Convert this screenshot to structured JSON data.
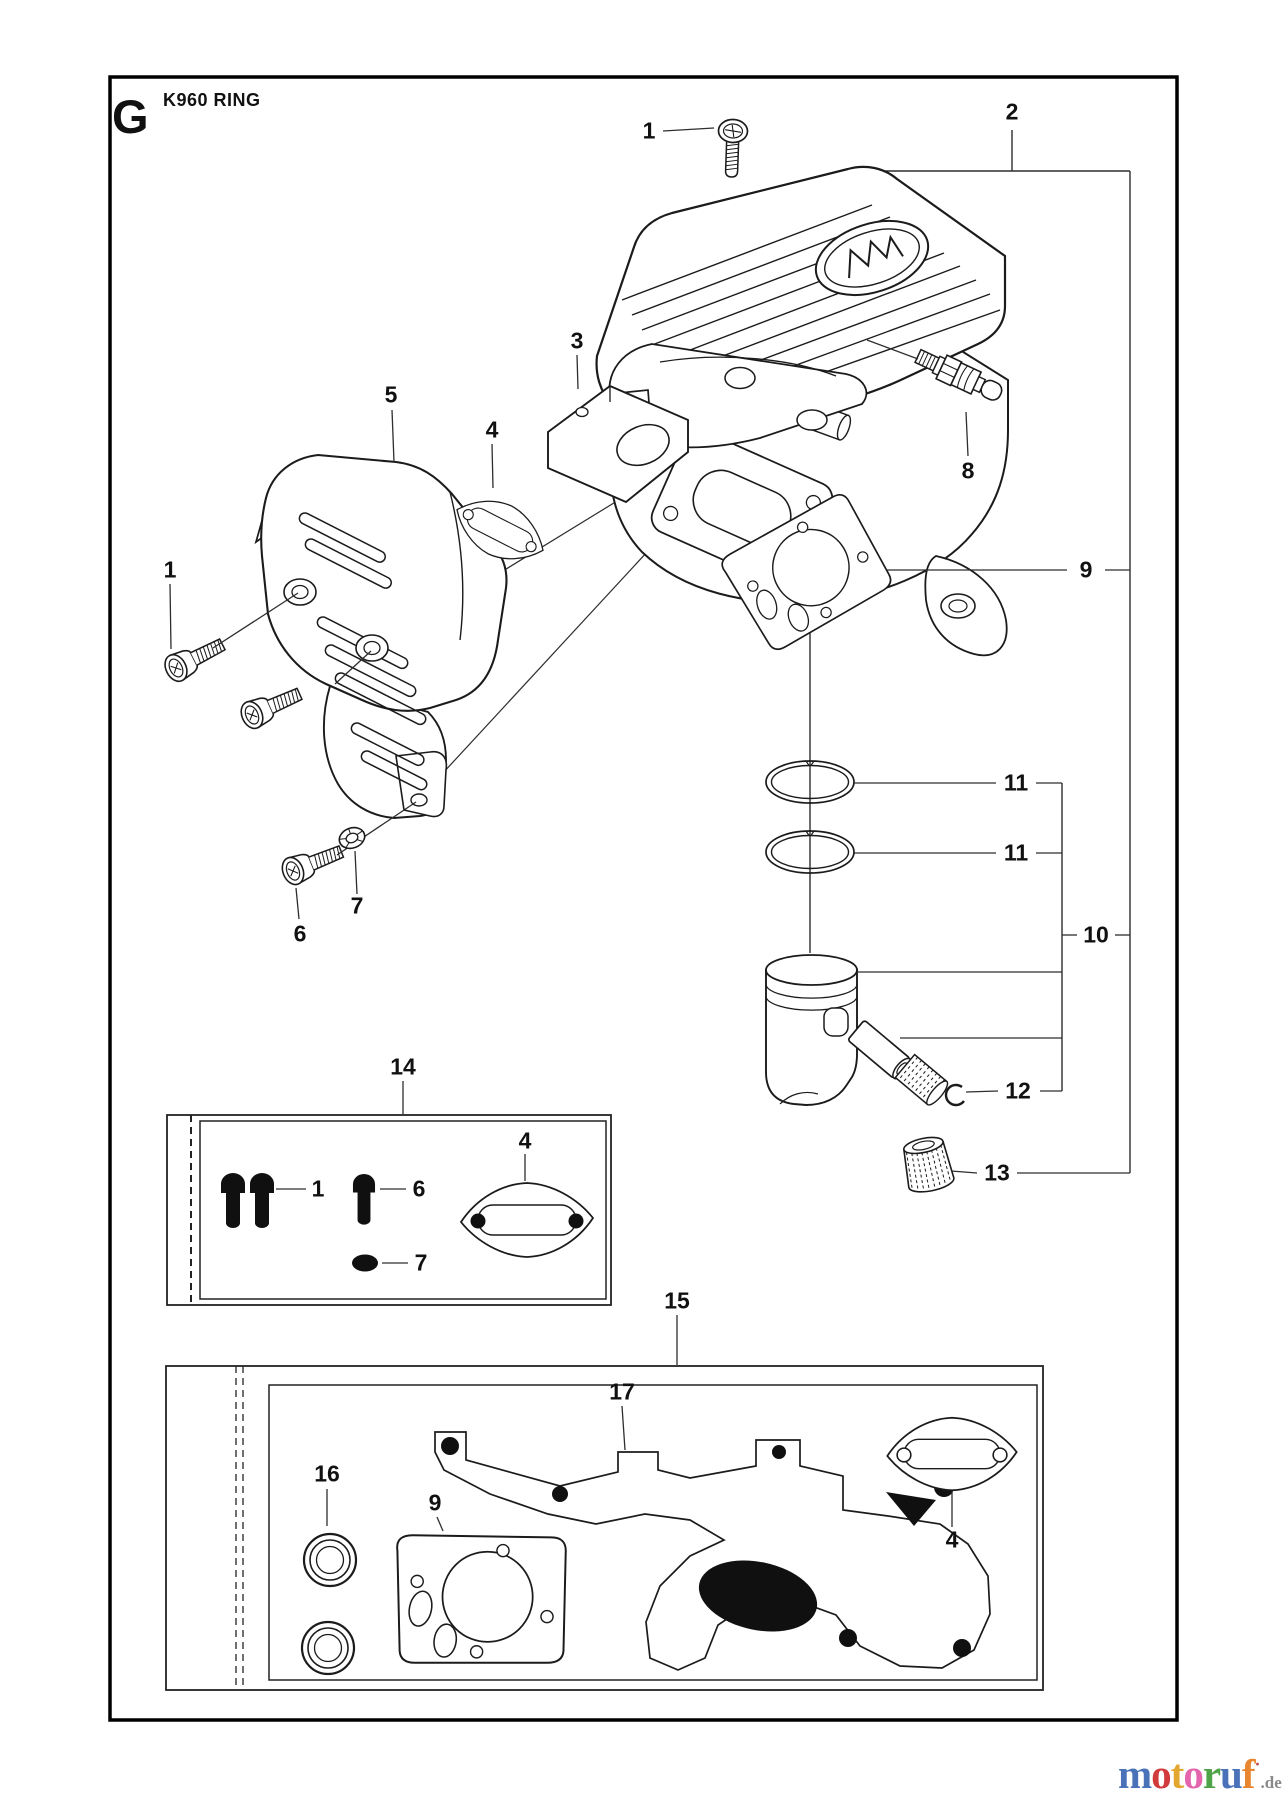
{
  "header": {
    "section_letter": "G",
    "title": "K960 RING"
  },
  "callouts": [
    {
      "label": "1"
    },
    {
      "label": "2"
    },
    {
      "label": "3"
    },
    {
      "label": "5"
    },
    {
      "label": "4"
    },
    {
      "label": "8"
    },
    {
      "label": "1"
    },
    {
      "label": "9"
    },
    {
      "label": "11"
    },
    {
      "label": "11"
    },
    {
      "label": "10"
    },
    {
      "label": "7"
    },
    {
      "label": "6"
    },
    {
      "label": "12"
    },
    {
      "label": "14"
    },
    {
      "label": "13"
    },
    {
      "label": "1"
    },
    {
      "label": "6"
    },
    {
      "label": "4"
    },
    {
      "label": "7"
    },
    {
      "label": "15"
    },
    {
      "label": "16"
    },
    {
      "label": "9"
    },
    {
      "label": "17"
    },
    {
      "label": "4"
    }
  ],
  "logo": {
    "letters": [
      {
        "char": "m",
        "style": "color:#4a72b8"
      },
      {
        "char": "o",
        "style": "color:#d23b3b"
      },
      {
        "char": "t",
        "style": "color:#e3a72f"
      },
      {
        "char": "o",
        "style": "color:#e465ad"
      },
      {
        "char": "r",
        "style": "color:#4fa348"
      },
      {
        "char": "u",
        "style": "color:#4a72b8"
      },
      {
        "char": "f",
        "style": "color:#e8872f"
      }
    ],
    "tick": "·",
    "tick_style": "color:#c0504d",
    "suffix": ".de",
    "suffix_style": "color:#8a8a8a"
  },
  "colors": {
    "line": "#1b1b1b",
    "leader": "#2e2e2e",
    "fill": "#ffffff"
  }
}
